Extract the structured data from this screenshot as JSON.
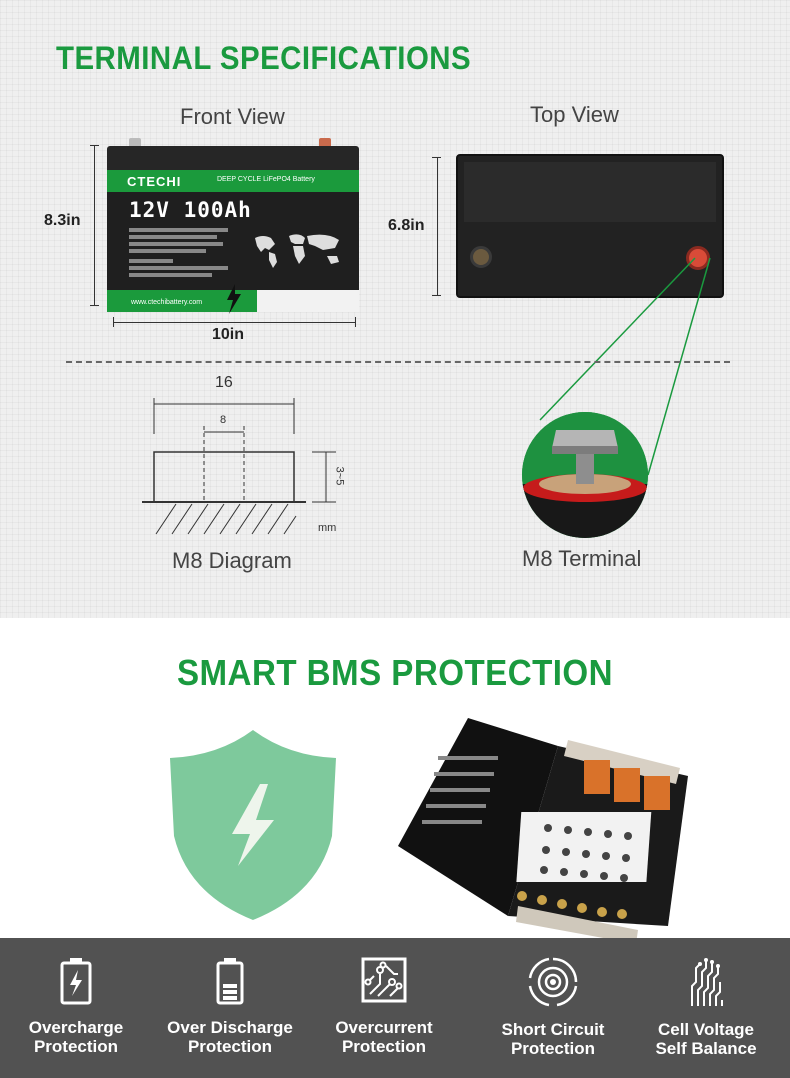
{
  "terminal_section": {
    "title": "TERMINAL SPECIFICATIONS",
    "front_view_label": "Front View",
    "top_view_label": "Top View",
    "height_front": "8.3in",
    "height_top": "6.8in",
    "width_front": "10in",
    "battery_label": {
      "brand": "CTECHI",
      "type": "DEEP CYCLE LiFePO4 Battery",
      "model": "12V 100Ah",
      "website": "www.ctechibattery.com"
    },
    "diagram": {
      "outer_width": "16",
      "inner_width": "8",
      "depth": "3~5",
      "unit": "mm",
      "caption": "M8 Diagram"
    },
    "terminal_caption": "M8 Terminal"
  },
  "bms_section": {
    "title": "SMART BMS PROTECTION",
    "accent_color": "#1a9a3f",
    "shield_color": "#7ec99c",
    "features": [
      {
        "icon": "battery-charge-icon",
        "label_line1": "Overcharge",
        "label_line2": "Protection"
      },
      {
        "icon": "battery-level-icon",
        "label_line1": "Over Discharge",
        "label_line2": "Protection"
      },
      {
        "icon": "circuit-board-icon",
        "label_line1": "Overcurrent",
        "label_line2": "Protection"
      },
      {
        "icon": "short-circuit-icon",
        "label_line1": "Short Circuit",
        "label_line2": "Protection"
      },
      {
        "icon": "cell-balance-icon",
        "label_line1": "Cell Voltage",
        "label_line2": "Self Balance"
      }
    ]
  }
}
